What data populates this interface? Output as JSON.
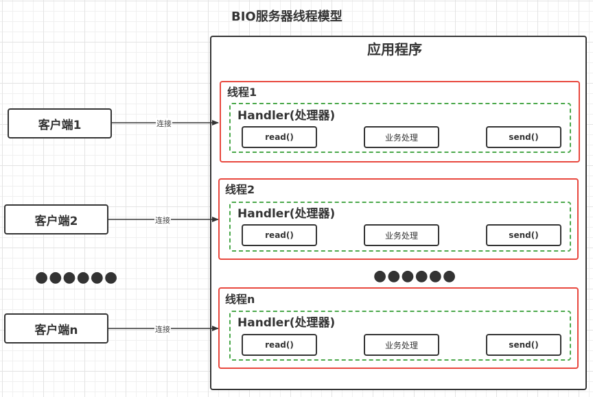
{
  "title": "BIO服务器线程模型",
  "app": {
    "title": "应用程序"
  },
  "clients": [
    {
      "label": "客户端1",
      "connection_label": "连接"
    },
    {
      "label": "客户端2",
      "connection_label": "连接"
    },
    {
      "label": "客户端n",
      "connection_label": "连接"
    }
  ],
  "client_ellipsis": "●●●●●●",
  "thread_ellipsis": "●●●●●●",
  "threads": [
    {
      "label": "线程1",
      "handler": {
        "label": "Handler(处理器)",
        "steps": [
          "read()",
          "业务处理",
          "send()"
        ]
      }
    },
    {
      "label": "线程2",
      "handler": {
        "label": "Handler(处理器)",
        "steps": [
          "read()",
          "业务处理",
          "send()"
        ]
      }
    },
    {
      "label": "线程n",
      "handler": {
        "label": "Handler(处理器)",
        "steps": [
          "read()",
          "业务处理",
          "send()"
        ]
      }
    }
  ],
  "colors": {
    "thread_border": "#e8473d",
    "handler_border": "#4aa84a",
    "stroke": "#333333"
  }
}
